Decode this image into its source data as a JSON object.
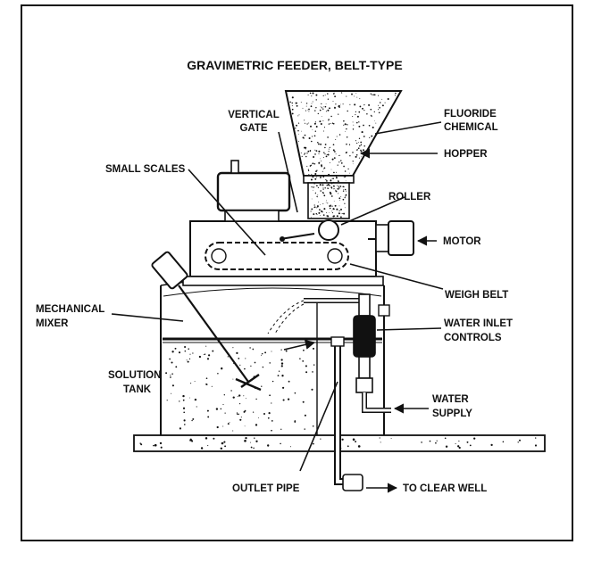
{
  "title": "GRAVIMETRIC FEEDER, BELT-TYPE",
  "labels": {
    "vertical_gate_line1": "VERTICAL",
    "vertical_gate_line2": "GATE",
    "fluoride_line1": "FLUORIDE",
    "fluoride_line2": "CHEMICAL",
    "hopper": "HOPPER",
    "small_scales": "SMALL SCALES",
    "roller": "ROLLER",
    "motor": "MOTOR",
    "weigh_belt": "WEIGH BELT",
    "mechanical_line1": "MECHANICAL",
    "mechanical_line2": "MIXER",
    "water_inlet_line1": "WATER INLET",
    "water_inlet_line2": "CONTROLS",
    "solution_line1": "SOLUTION",
    "solution_line2": "TANK",
    "water_supply_line1": "WATER",
    "water_supply_line2": "SUPPLY",
    "outlet_pipe": "OUTLET PIPE",
    "to_clear_well": "TO CLEAR WELL"
  },
  "colors": {
    "ink": "#111111",
    "paper": "#ffffff"
  }
}
